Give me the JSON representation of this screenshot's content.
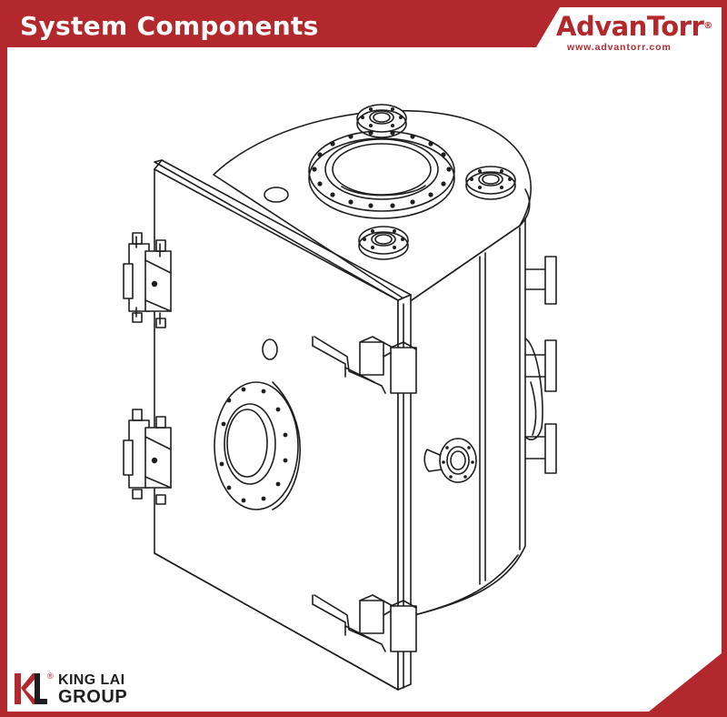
{
  "header": {
    "title": "System Components"
  },
  "brand": {
    "name": "AdvanTorr",
    "registered_mark": "®",
    "url": "www.advantorr.com"
  },
  "footer_logo": {
    "registered_mark": "®",
    "line1": "KING LAI",
    "line2": "GROUP"
  },
  "colors": {
    "brand_red": "#b3282d",
    "background": "#ffffff",
    "line_art": "#1e1e1e"
  },
  "figure": {
    "subject_icon": "vacuum-chamber-line-drawing-icon"
  }
}
